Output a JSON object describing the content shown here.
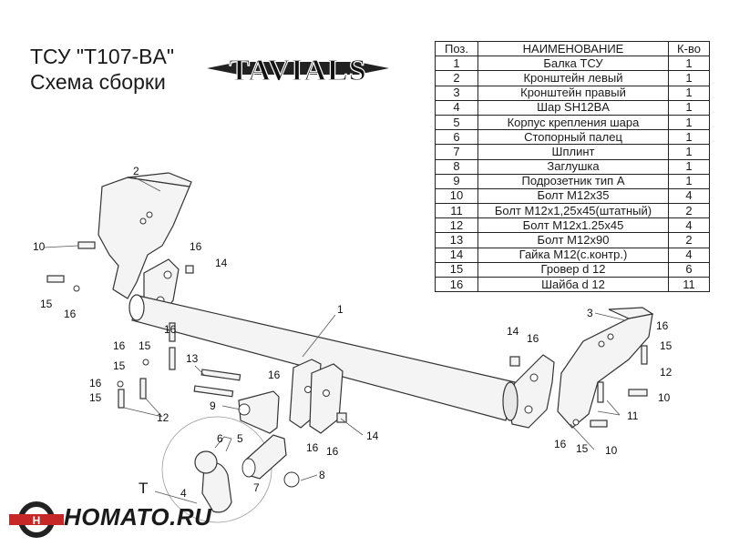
{
  "header": {
    "title_line1": "ТСУ  \"T107-BA\"",
    "title_line2": "Схема сборки",
    "brand_logo": "TAVIALS"
  },
  "parts_table": {
    "columns": [
      "Поз.",
      "НАИМЕНОВАНИЕ",
      "К-во"
    ],
    "rows": [
      [
        "1",
        "Балка ТСУ",
        "1"
      ],
      [
        "2",
        "Кронштейн левый",
        "1"
      ],
      [
        "3",
        "Кронштейн правый",
        "1"
      ],
      [
        "4",
        "Шар SH12BA",
        "1"
      ],
      [
        "5",
        "Корпус крепления шара",
        "1"
      ],
      [
        "6",
        "Стопорный палец",
        "1"
      ],
      [
        "7",
        "Шплинт",
        "1"
      ],
      [
        "8",
        "Заглушка",
        "1"
      ],
      [
        "9",
        "Подрозетник тип А",
        "1"
      ],
      [
        "10",
        "Болт М12х35",
        "4"
      ],
      [
        "11",
        "Болт М12х1,25х45(штатный)",
        "2"
      ],
      [
        "12",
        "Болт М12х1.25х45",
        "4"
      ],
      [
        "13",
        "Болт М12х90",
        "2"
      ],
      [
        "14",
        "Гайка М12(с.контр.)",
        "4"
      ],
      [
        "15",
        "Гровер d 12",
        "6"
      ],
      [
        "16",
        "Шайба d 12",
        "11"
      ]
    ]
  },
  "diagram_labels": [
    "1",
    "2",
    "3",
    "4",
    "5",
    "6",
    "7",
    "8",
    "9",
    "10",
    "11",
    "12",
    "13",
    "14",
    "15",
    "16",
    "T"
  ],
  "site_logo": "HOMATO.RU"
}
